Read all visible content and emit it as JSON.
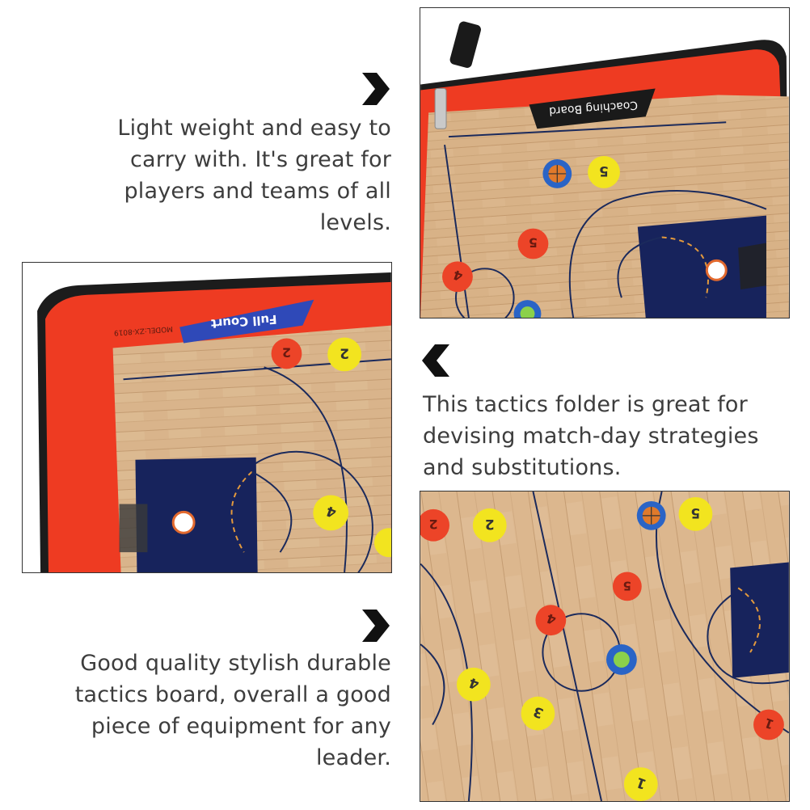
{
  "captions": {
    "top": "Light weight and easy to carry with. It's great for players and teams of all levels.",
    "middle": "This tactics folder is great for devising match-day strategies and substitutions.",
    "bottom": "Good quality stylish durable tactics board, overall a good piece of equipment for any leader."
  },
  "boards": {
    "top": {
      "label": "Coaching Board",
      "discs": [
        "5",
        "5",
        "4"
      ]
    },
    "middle": {
      "label": "Full Court",
      "model": "MODEL:ZX-8019",
      "discs": [
        "2",
        "2",
        "4"
      ]
    },
    "bottom": {
      "discs": [
        "2",
        "2",
        "5",
        "5",
        "4",
        "4",
        "3",
        "1",
        "1"
      ]
    }
  },
  "colors": {
    "frame_red": "#ee3b22",
    "frame_black": "#1c1c1c",
    "court_wood": "#d9b48b",
    "paint_navy": "#17235c",
    "label_blue": "#2f49b8",
    "disc_yellow": "#f2e41f",
    "disc_red": "#ec4428"
  }
}
